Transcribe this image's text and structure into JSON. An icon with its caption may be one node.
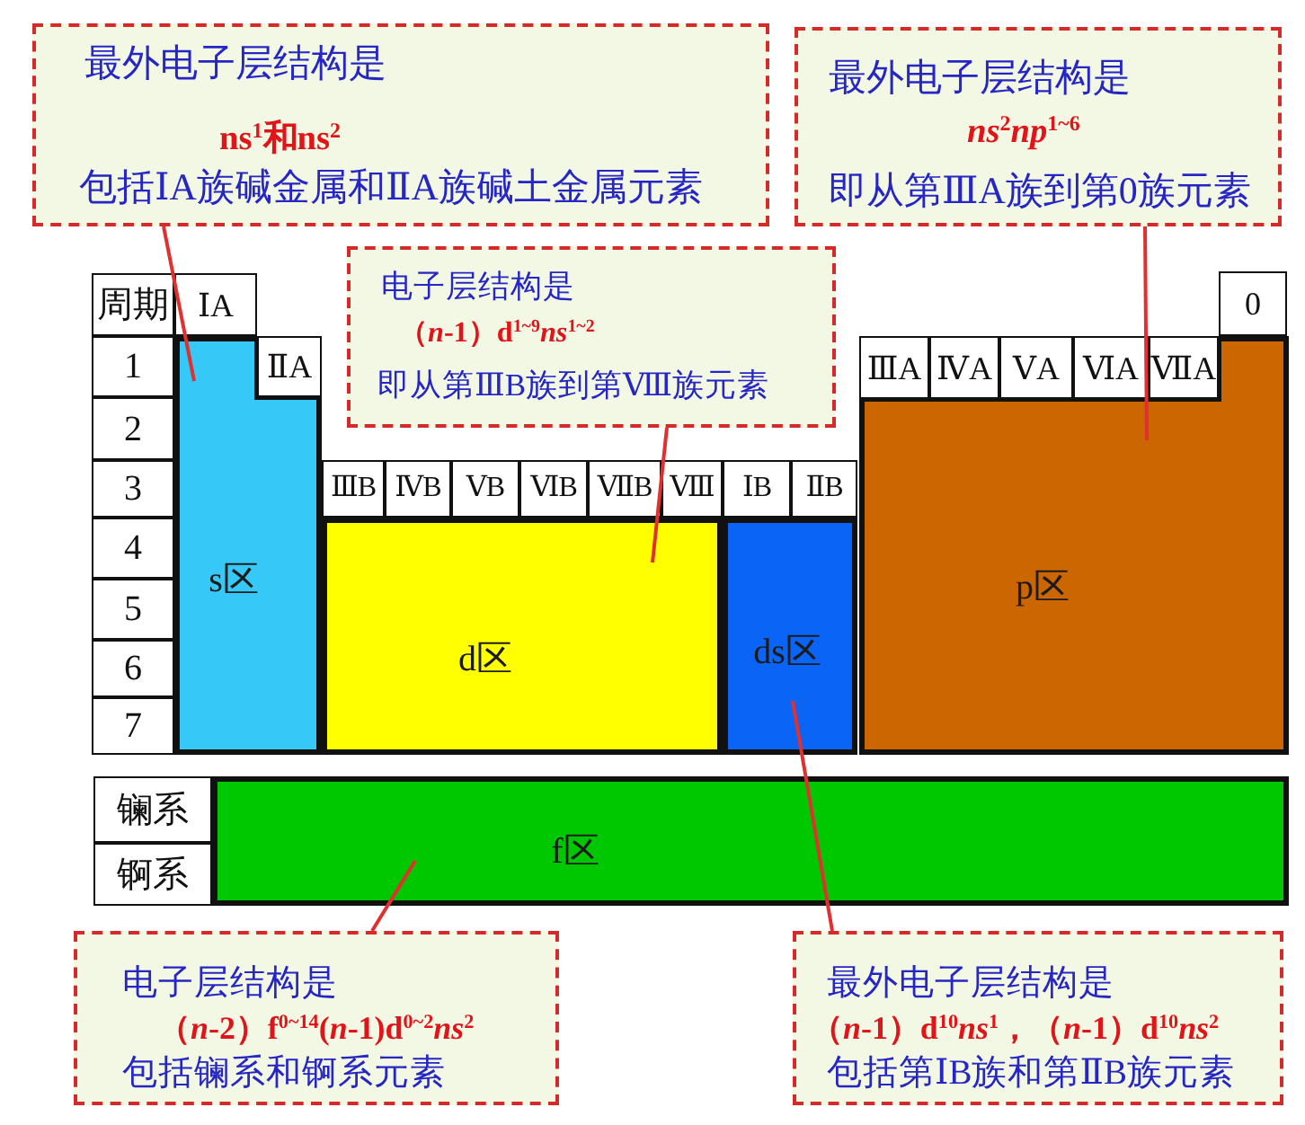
{
  "diagram": {
    "nodes": [
      {
        "text": [
          "最外电子层结构是",
          "ns$^{1}$和ns$^{2}$",
          "包括ⅠA族碱金属和ⅡA族碱土金属元素"
        ]
      },
      {
        "text": [
          "最外电子层结构是",
          "*ns*$^{2}$*np*$^{1~6}$",
          "即从第ⅢA族到第0族元素"
        ]
      },
      {
        "text": [
          "电子层结构是",
          "（*n*-1）d$^{1~9}$*ns*$^{1~2}$",
          "即从第ⅢB族到第Ⅷ族元素"
        ]
      },
      {
        "text": [
          "周期"
        ]
      },
      {
        "text": [
          "ⅠA"
        ]
      },
      {
        "text": [
          "0"
        ]
      },
      {
        "text": [
          "1"
        ]
      },
      {
        "text": [
          "ⅡA"
        ]
      },
      {
        "text": [
          "ⅢA"
        ]
      },
      {
        "text": [
          "ⅣA"
        ]
      },
      {
        "text": [
          "ⅤA"
        ]
      },
      {
        "text": [
          "ⅥA"
        ]
      },
      {
        "text": [
          "ⅦA"
        ]
      },
      {
        "text": [
          "2"
        ]
      },
      {
        "text": [
          "3"
        ]
      },
      {
        "text": [
          "ⅢB"
        ]
      },
      {
        "text": [
          "ⅣB"
        ]
      },
      {
        "text": [
          "ⅤB"
        ]
      },
      {
        "text": [
          "ⅥB"
        ]
      },
      {
        "text": [
          "ⅦB"
        ]
      },
      {
        "text": [
          "Ⅷ"
        ]
      },
      {
        "text": [
          "ⅠB"
        ]
      },
      {
        "text": [
          "ⅡB"
        ]
      },
      {
        "text": [
          "4"
        ]
      },
      {
        "text": [
          "5"
        ]
      },
      {
        "text": [
          "6"
        ]
      },
      {
        "text": [
          "7"
        ]
      },
      {
        "text": [
          "s区"
        ]
      },
      {
        "text": [
          "d区"
        ]
      },
      {
        "text": [
          "ds区"
        ]
      },
      {
        "text": [
          "p区"
        ]
      },
      {
        "text": [
          "镧系"
        ]
      },
      {
        "text": [
          "锕系"
        ]
      },
      {
        "text": [
          "f区"
        ]
      },
      {
        "text": [
          "电子层结构是",
          "（*n*-2）f$^{0~14}$(*n*-1)d$^{0~2}$*ns*$^{2}$",
          "包括镧系和锕系元素"
        ]
      },
      {
        "text": [
          "最外电子层结构是",
          "（*n*-1）d$^{10}$*ns*$^{1}$，（*n*-1）d$^{10}$*ns*$^{2}$",
          "包括第ⅠB族和第ⅡB族元素"
        ]
      }
    ],
    "edges": [
      {
        "from": 0,
        "to": 27,
        "arrow": "none"
      },
      {
        "from": 1,
        "to": 30,
        "arrow": "none"
      },
      {
        "from": 2,
        "to": 28,
        "arrow": "none"
      },
      {
        "from": 34,
        "to": 33,
        "arrow": "none"
      },
      {
        "from": 35,
        "to": 29,
        "arrow": "none"
      }
    ]
  }
}
